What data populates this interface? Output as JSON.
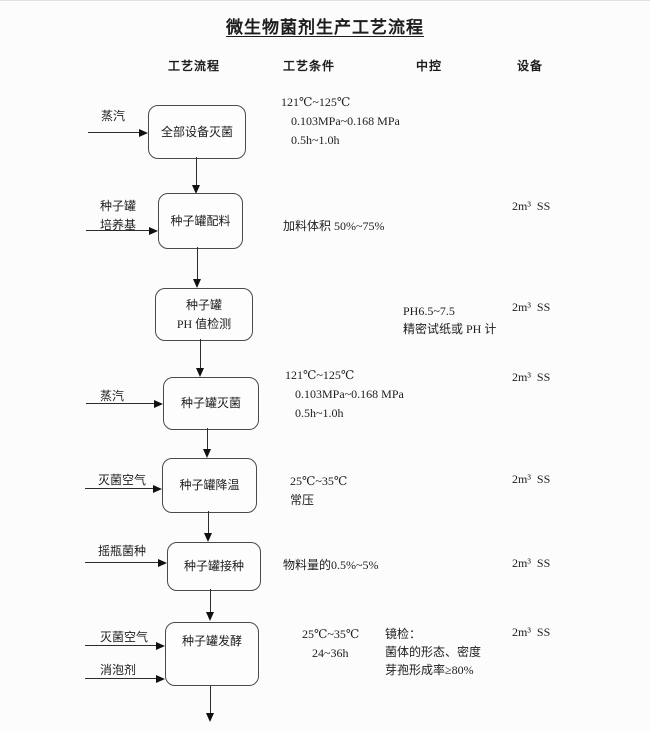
{
  "title": "微生物菌剂生产工艺流程",
  "columns": {
    "flow": "工艺流程",
    "conditions": "工艺条件",
    "control": "中控",
    "equipment": "设备"
  },
  "steps": [
    {
      "name_lines": [
        "全部设备灭菌"
      ],
      "input_lines": [
        "蒸汽"
      ],
      "conditions": [
        "121℃~125℃",
        "0.103MPa~0.168 MPa",
        "0.5h~1.0h"
      ],
      "control": [],
      "equipment": ""
    },
    {
      "name_lines": [
        "种子罐配料"
      ],
      "input_lines": [
        "种子罐",
        "培养基"
      ],
      "conditions": [
        "加料体积 50%~75%"
      ],
      "control": [],
      "equipment": "2m³  SS"
    },
    {
      "name_lines": [
        "种子罐",
        "PH 值检测"
      ],
      "input_lines": [],
      "conditions": [],
      "control": [
        "PH6.5~7.5",
        "精密试纸或 PH 计"
      ],
      "equipment": "2m³  SS"
    },
    {
      "name_lines": [
        "种子罐灭菌"
      ],
      "input_lines": [
        "蒸汽"
      ],
      "conditions": [
        "121℃~125℃",
        "0.103MPa~0.168 MPa",
        "0.5h~1.0h"
      ],
      "control": [],
      "equipment": "2m³  SS"
    },
    {
      "name_lines": [
        "种子罐降温"
      ],
      "input_lines": [
        "灭菌空气"
      ],
      "conditions": [
        "25℃~35℃",
        "常压"
      ],
      "control": [],
      "equipment": "2m³  SS"
    },
    {
      "name_lines": [
        "种子罐接种"
      ],
      "input_lines": [
        "摇瓶菌种"
      ],
      "conditions": [
        "物料量的0.5%~5%"
      ],
      "control": [],
      "equipment": "2m³  SS"
    },
    {
      "name_lines": [
        "种子罐发酵"
      ],
      "input_lines": [
        "灭菌空气",
        "消泡剂"
      ],
      "conditions": [
        "25℃~35℃",
        "24~36h"
      ],
      "control": [
        "镜检：",
        "菌体的形态、密度",
        "芽孢形成率≥80%"
      ],
      "equipment": "2m³  SS"
    }
  ]
}
